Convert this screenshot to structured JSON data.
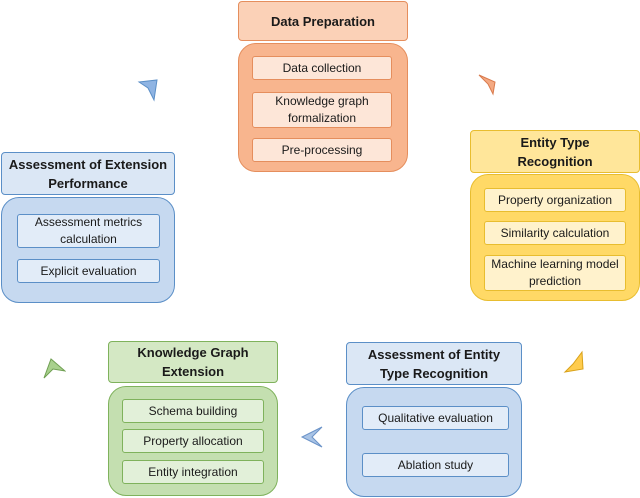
{
  "stages": {
    "data_preparation": {
      "title": "Data Preparation",
      "items": [
        "Data collection",
        "Knowledge graph formalization",
        "Pre-processing"
      ]
    },
    "entity_type_recognition": {
      "title": "Entity Type Recognition",
      "items": [
        "Property organization",
        "Similarity calculation",
        "Machine learning model prediction"
      ]
    },
    "assessment_entity_type_recognition": {
      "title": "Assessment of Entity Type Recognition",
      "items": [
        "Qualitative evaluation",
        "Ablation study"
      ]
    },
    "knowledge_graph_extension": {
      "title": "Knowledge Graph Extension",
      "items": [
        "Schema building",
        "Property allocation",
        "Entity integration"
      ]
    },
    "assessment_extension_performance": {
      "title": "Assessment of Extension Performance",
      "items": [
        "Assessment metrics calculation",
        "Explicit evaluation"
      ]
    }
  },
  "colors": {
    "orange": "#f8b58e",
    "yellow": "#ffd966",
    "blue": "#c6d9f0",
    "green": "#c4dfb0"
  },
  "arrows": [
    {
      "name": "arrow-to-entity-type-recognition",
      "direction": "down-right",
      "color": "#f4a982"
    },
    {
      "name": "arrow-to-assessment-entity-type",
      "direction": "down-left",
      "color": "#ffcc4d"
    },
    {
      "name": "arrow-to-kg-extension",
      "direction": "left",
      "color": "#a9c4e6"
    },
    {
      "name": "arrow-to-assessment-extension",
      "direction": "up-left",
      "color": "#a8d08d"
    },
    {
      "name": "arrow-to-data-preparation",
      "direction": "up-right",
      "color": "#8fb4e3"
    }
  ]
}
